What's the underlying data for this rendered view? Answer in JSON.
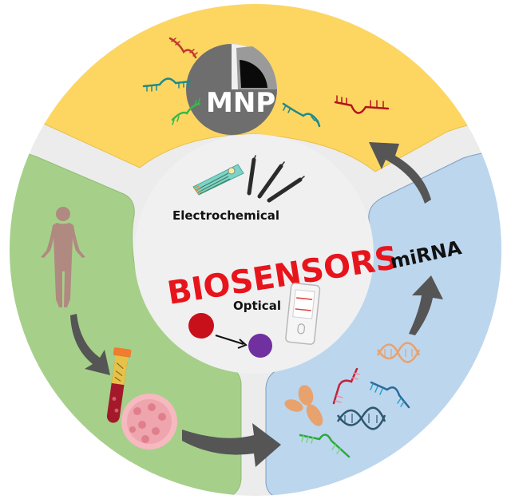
{
  "diagram": {
    "title": "BIOSENSORS",
    "center_labels": {
      "electrochemical": "Electrochemical",
      "optical": "Optical"
    },
    "segments": [
      {
        "id": "sample",
        "color": "#a6d08a",
        "items": [
          "human-body",
          "blood-tube",
          "cancer-cell"
        ]
      },
      {
        "id": "target",
        "color": "#bcd6ee",
        "label": "miRNA",
        "items": [
          "antibody",
          "dna-helix",
          "rna-strand"
        ]
      },
      {
        "id": "capture",
        "color": "#fdd662",
        "label": "MNP",
        "items": [
          "magnetic-nanoparticle",
          "probe-strands"
        ]
      }
    ],
    "colors": {
      "inner_circle": "#f0f0f0",
      "ring_background": "#ececec",
      "arrow": "#555555",
      "title_red": "#e8141c",
      "red_dot": "#c8101a",
      "purple_dot": "#7030a0"
    },
    "flow": [
      "human-body",
      "blood-tube",
      "cancer-cell",
      "miRNA",
      "MNP"
    ]
  }
}
